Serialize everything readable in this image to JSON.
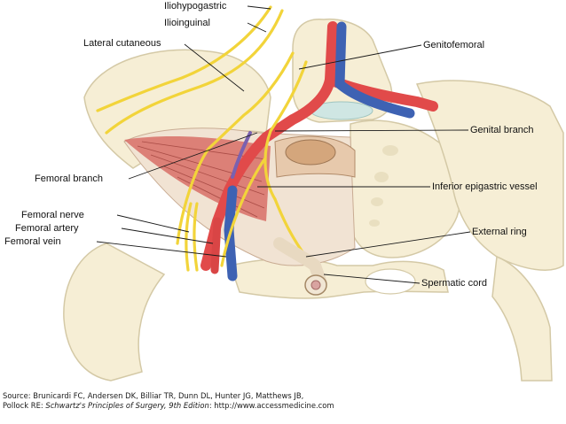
{
  "labels": {
    "iliohypogastric": "Iliohypogastric",
    "ilioinguinal": "Ilioinguinal",
    "lateral_cutaneous": "Lateral cutaneous",
    "genitofemoral": "Genitofemoral",
    "genital_branch": "Genital branch",
    "femoral_branch": "Femoral branch",
    "inferior_epigastric_vessel": "Inferior epigastric vessel",
    "femoral_nerve": "Femoral nerve",
    "femoral_artery": "Femoral artery",
    "femoral_vein": "Femoral vein",
    "external_ring": "External ring",
    "spermatic_cord": "Spermatic cord"
  },
  "credit": {
    "line1": "Source: Brunicardi FC, Andersen DK, Billiar TR, Dunn DL, Hunter JG, Matthews JB,",
    "line2_prefix": "Pollock RE: ",
    "book_title": "Schwartz's Principles of Surgery, 9th Edition",
    "line2_suffix": ": http://www.accessmedicine.com"
  },
  "colors": {
    "bone": "#f6eed5",
    "bone_outline": "#d4c9a6",
    "nerve": "#f2d43a",
    "artery": "#e14a4a",
    "vein": "#3e62b3",
    "muscle": "#d86e66",
    "disc": "#cfe6e3",
    "leader": "#1a1a1a"
  }
}
